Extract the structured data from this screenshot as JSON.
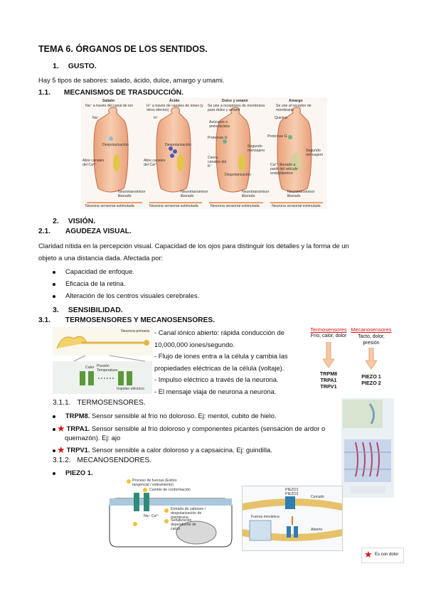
{
  "title": "TEMA 6. ÓRGANOS DE LOS SENTIDOS.",
  "s1": {
    "num": "1.",
    "label": "GUSTO.",
    "intro": "Hay 5 tipos de sabores: salado, ácido, dulce, amargo y umami."
  },
  "s11": {
    "num": "1.1.",
    "label": "MECANISMOS DE TRASDUCCIÓN."
  },
  "taste_fig": {
    "panels": [
      {
        "title": "Salado",
        "sub": "Na⁺ a través del canal de ion",
        "ion": "Na⁺"
      },
      {
        "title": "Ácido",
        "sub": "H⁺ a través de canales de iones (y otros efectos)",
        "ion": "H⁺"
      },
      {
        "title": "Dulce y umami",
        "sub": "Se une a receptores de membrana para dulce y umami",
        "ion": "Azúcares o aminoácidos"
      },
      {
        "title": "Amargo",
        "sub": "Se une al receptor de membrana",
        "ion": "Quinina"
      }
    ],
    "labels": {
      "depol": "Despolarización",
      "ca": "Abre canales del Ca²⁺",
      "neuro": "Neurotransmisor liberado",
      "neuron": "Neurona sensorial estimulada",
      "protg": "Proteínas G",
      "second": "Segundo mensajero",
      "k": "Cierra canales del K⁺",
      "ca2": "Ca²⁺ liberado a partir del retículo endoplásmico"
    }
  },
  "s2": {
    "num": "2.",
    "label": "VISIÓN."
  },
  "s21": {
    "num": "2.1.",
    "label": "AGUDEZA VISUAL."
  },
  "vision_para": [
    "Claridad nítida en la percepción visual. Capacidad de los ojos para distinguir los detalles y la forma de un",
    "objeto a una distancia dada. Afectada por:"
  ],
  "vision_list": [
    "Capacidad de enfoque.",
    "Eficacia de la retina.",
    "Alteración de los centros visuales cerebrales."
  ],
  "s3": {
    "num": "3.",
    "label": "SENSIBILIDAD."
  },
  "s31": {
    "num": "3.1.",
    "label": "TERMOSENSORES Y MECANOSENSORES."
  },
  "sens_lines": [
    "-    Canal iónico abierto: rápida conducción de",
    "10,000,000 iones/segundo.",
    "-    Flujo de iones entra a la célula y cambia las",
    "propiedades eléctricas de la célula (voltaje).",
    "-    Impulso eléctrico a través de la neurona.",
    "-    El mensaje viaja de neurona a neurona."
  ],
  "sens_fig": {
    "top": "Neurona primaria",
    "a": "Calor",
    "b": "Presión Temperatura",
    "c": "Impulso eléctrico"
  },
  "thermo_mech": {
    "thermo_title": "Termosensores",
    "thermo_sub": "Frío, calor, dolor",
    "thermo_items": [
      "TRPM8",
      "TRPA1",
      "TRPV1"
    ],
    "mech_title": "Mecanosensores",
    "mech_sub": [
      "Tacto, dolor,",
      "presión"
    ],
    "mech_items": [
      "PIEZO 1",
      "PIEZO 2"
    ],
    "title_color": "#d31818"
  },
  "s311": {
    "num": "3.1.1.",
    "label": "TERMOSENSORES."
  },
  "thermo_list": [
    {
      "bold": "TRPM8.",
      "text": " Sensor sensible al frío no doloroso. Ej: mentol, cubito de hielo.",
      "star": false
    },
    {
      "bold": "TRPA1.",
      "text": " Sensor sensible al frío doloroso y componentes picantes (sensación de ardor o",
      "star": true
    },
    {
      "bold": "",
      "text": "quemazón). Ej: ajo",
      "star": false
    },
    {
      "bold": "TRPV1.",
      "text": " Sensor sensible a calor doloroso y a capsaicina. Ej: guindilla.",
      "star": true
    }
  ],
  "s312": {
    "num": "3.1.2.",
    "label": "MECANOSENDORES."
  },
  "piezo_item": "PIEZO 1.",
  "piezo_fig": {
    "notes": [
      "Proceso de fuerzas (Estrés tangencial / estiramiento)",
      "Cambio de conformación",
      "Entrada de cationes / despolarización de membrana",
      "Señalización dependiente de calcio"
    ],
    "ions": "Na⁺ Ca²⁺"
  },
  "piezo2_fig": {
    "t1": "PIEZO1",
    "t2": "PIEZO2",
    "closed": "Cerrado",
    "force": "Fuerza mecánica",
    "open": "Abierto"
  },
  "legend": {
    "text": "Es con dolor"
  }
}
